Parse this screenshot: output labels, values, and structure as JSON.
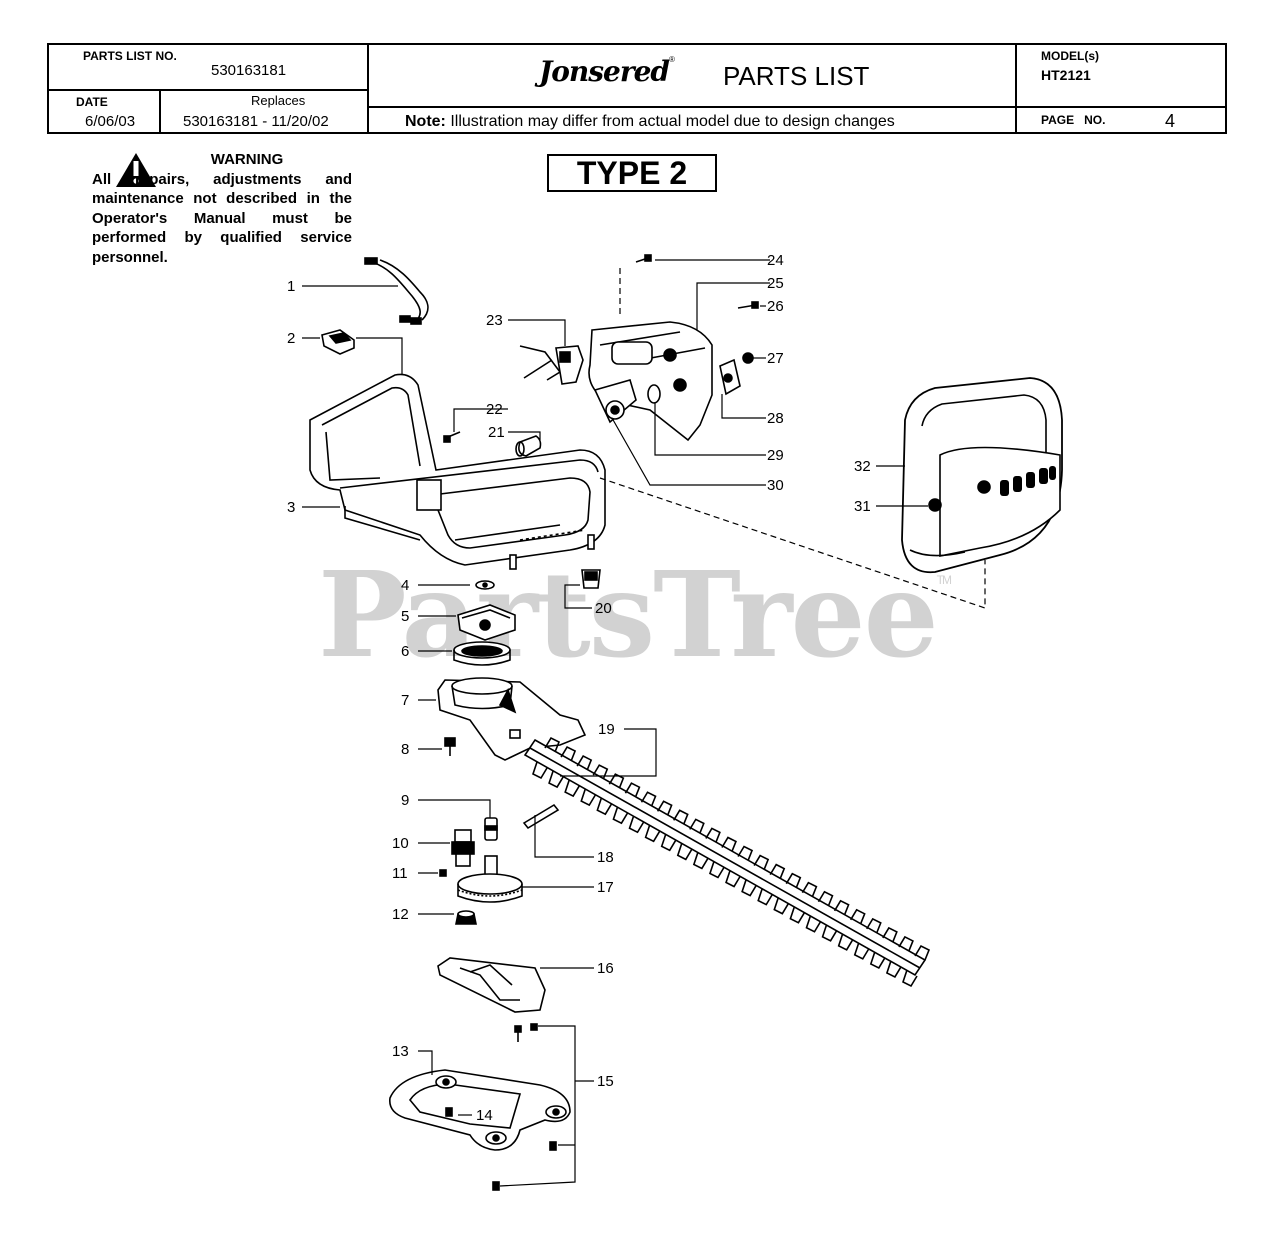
{
  "header": {
    "parts_list_no_label": "PARTS LIST NO.",
    "parts_list_no": "530163181",
    "date_label": "DATE",
    "date": "6/06/03",
    "replaces_label": "Replaces",
    "replaces": "530163181 - 11/20/02",
    "brand": "Jonsered",
    "title": "PARTS LIST",
    "note_label": "Note:",
    "note_text": "Illustration may differ from actual model due to design changes",
    "model_label": "MODEL(s)",
    "model": "HT2121",
    "page_label": "PAGE   NO.",
    "page_no": "4"
  },
  "warning": {
    "title": "WARNING",
    "text": "All repairs, adjustments and maintenance not described in the Operator's Manual must be performed by qualified service personnel."
  },
  "type_label": "TYPE 2",
  "watermark": {
    "text": "PartsTree",
    "tm": "TM"
  },
  "callouts": [
    "1",
    "2",
    "3",
    "4",
    "5",
    "6",
    "7",
    "8",
    "9",
    "10",
    "11",
    "12",
    "13",
    "14",
    "15",
    "16",
    "17",
    "18",
    "19",
    "20",
    "21",
    "22",
    "23",
    "24",
    "25",
    "26",
    "27",
    "28",
    "29",
    "30",
    "31",
    "32"
  ],
  "colors": {
    "ink": "#000000",
    "watermark": "#d2d2d2",
    "paper": "#ffffff"
  }
}
